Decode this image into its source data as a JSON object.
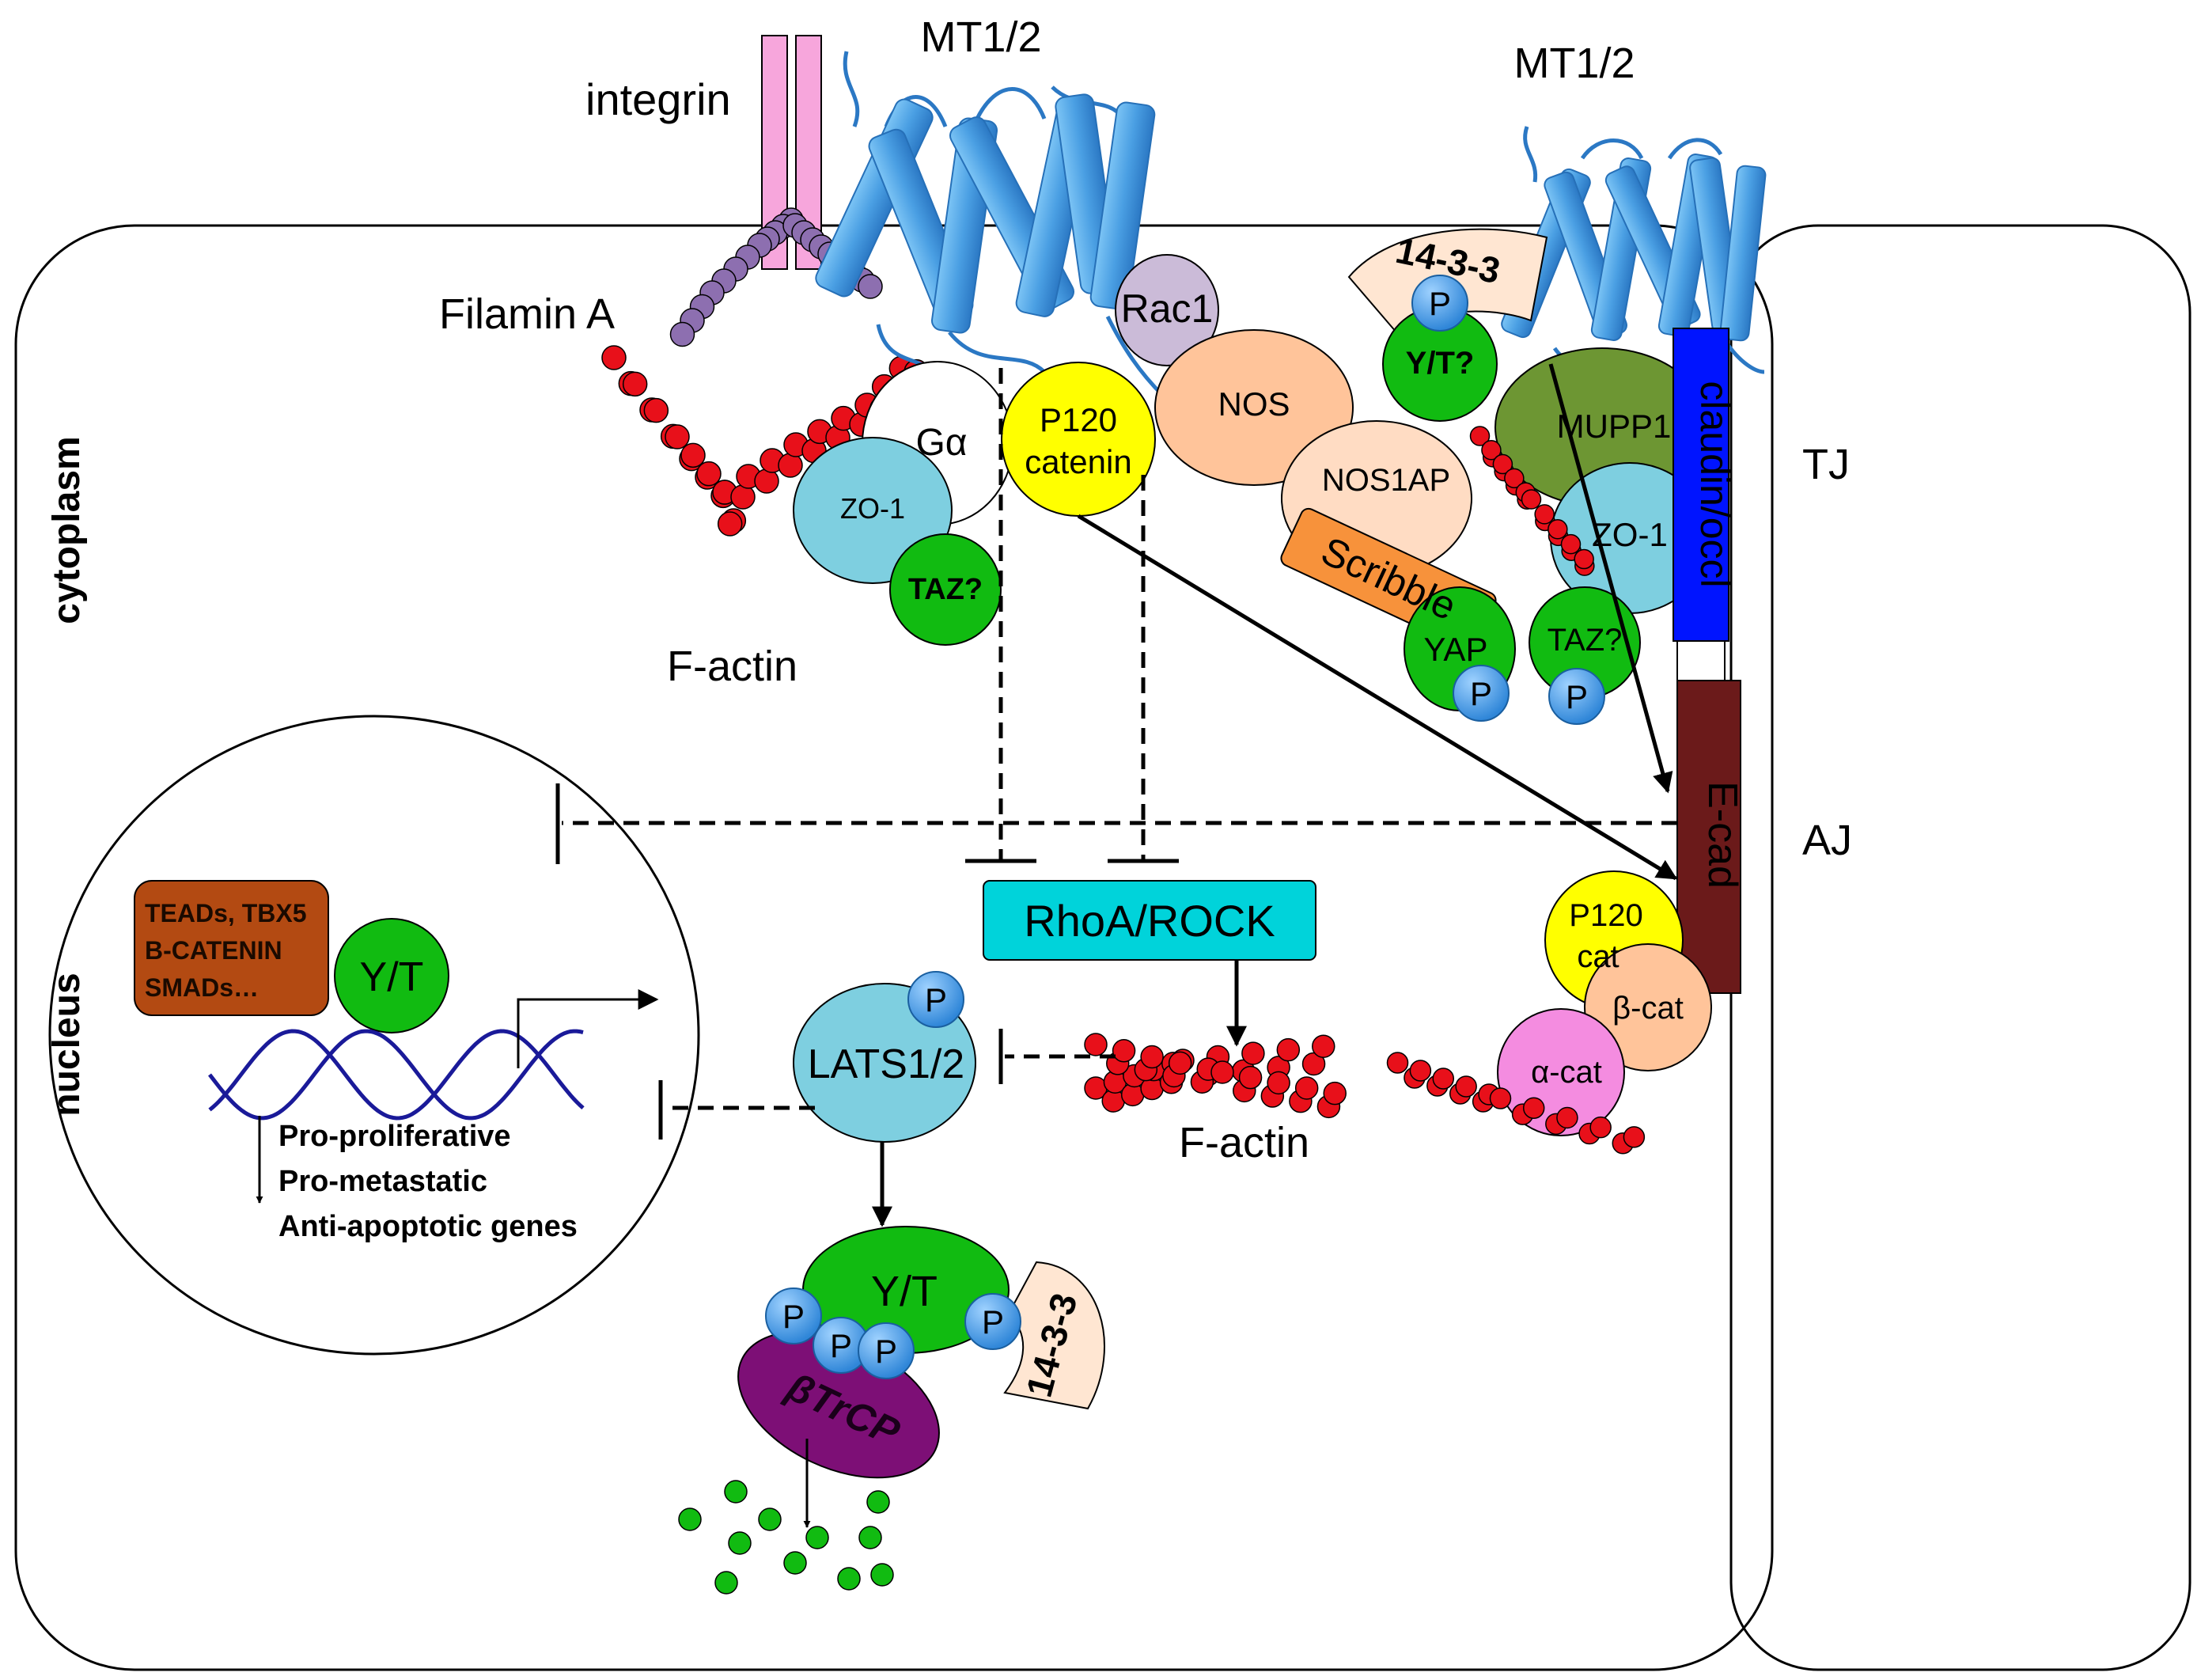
{
  "labels": {
    "mt12_left": "MT1/2",
    "mt12_right": "MT1/2",
    "integrin": "integrin",
    "filamin_a": "Filamin A",
    "rac1": "Rac1",
    "g_alpha": "Gα",
    "p120_catenin_line1": "P120",
    "p120_catenin_line2": "catenin",
    "zo1_left": "ZO-1",
    "taz_left": "TAZ?",
    "f_actin_top": "F-actin",
    "nos": "NOS",
    "nos1ap": "NOS1AP",
    "scribble": "Scribble",
    "yap": "YAP",
    "fourteen33_top": "14-3-3",
    "yt_top": "Y/T?",
    "mupp1": "MUPP1",
    "zo1_right": "ZO-1",
    "taz_right": "TAZ?",
    "claudin": "claudin/occl",
    "tj": "TJ",
    "ecad": "E-cad",
    "aj": "AJ",
    "cytoplasm": "cytoplasm",
    "nucleus": "nucleus",
    "teads_line1": "TEADs, TBX5",
    "teads_line2": "B-CATENIN",
    "teads_line3": "SMADs…",
    "yt_nucleus": "Y/T",
    "gene_line1": "Pro-proliferative",
    "gene_line2": "Pro-metastatic",
    "gene_line3": "Anti-apoptotic genes",
    "rhoa_rock": "RhoA/ROCK",
    "lats": "LATS1/2",
    "f_actin_mid": "F-actin",
    "p120cat_line1": "P120",
    "p120cat_line2": "cat",
    "beta_cat": "β-cat",
    "alpha_cat": "α-cat",
    "yt_bottom": "Y/T",
    "fourteen33_bottom": "14-3-3",
    "btrcp": "βTrCP",
    "phospho": "P"
  },
  "colors": {
    "receptor_blue": "#4a9fe3",
    "integrin_pink": "#f7a6dc",
    "actin_red": "#e8101a",
    "filamin_purple": "#8d6fb0",
    "rac1_lilac": "#cbbbd8",
    "yellow": "#ffff00",
    "green": "#11bb11",
    "light_blue": "#7ecfe0",
    "peach": "#ffc49a",
    "light_peach": "#ffdcc3",
    "orange": "#f7923b",
    "olive": "#6d9633",
    "claudin_blue": "#0014ff",
    "ecad_brown": "#6b1a1a",
    "cyan": "#00d3da",
    "magenta": "#f48ce0",
    "btrcp_purple": "#7d0f76",
    "teads_brown": "#b34a12",
    "p_blue": "#3f9be6",
    "dna_blue": "#1a1a99"
  }
}
